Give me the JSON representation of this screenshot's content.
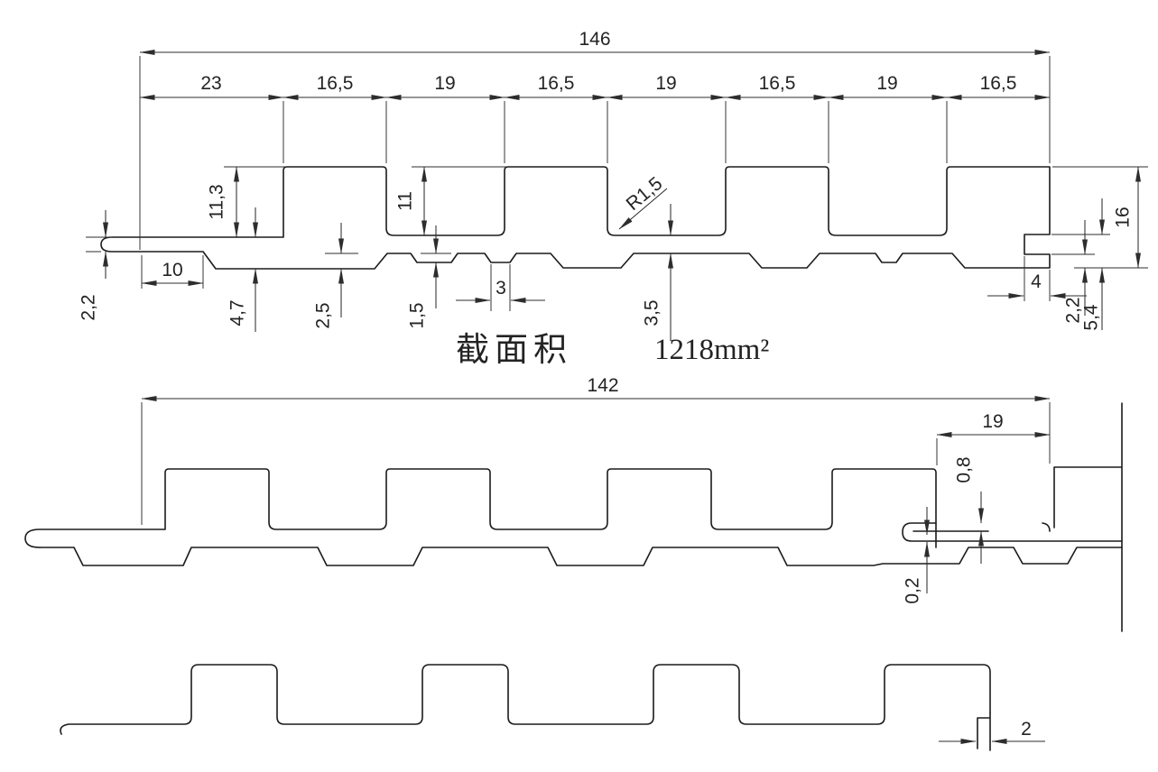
{
  "drawing": {
    "top_view": {
      "total_width": "146",
      "segments": [
        "23",
        "16,5",
        "19",
        "16,5",
        "19",
        "16,5",
        "19",
        "16,5"
      ],
      "rib_height_first": "11,3",
      "rib_height": "11",
      "lip_thickness": "2,2",
      "lip_flat_length": "10",
      "groove_depth": "4,7",
      "channel_depth": "2,5",
      "notch_depth": "1,5",
      "notch_width": "3",
      "web_thickness": "3,5",
      "corner_radius": "R1,5",
      "edge_height": "16",
      "slot_depth": "4",
      "slot_bottom_thickness": "2,2",
      "slot_total_height": "5,4",
      "area_label": "截面积",
      "area_value": "1218mm²"
    },
    "middle_view": {
      "total_width": "142",
      "edge_segment": "19",
      "clip_gap": "0,8",
      "clip_clearance": "0,2"
    },
    "bottom_view": {
      "wall_thickness": "2"
    },
    "colors": {
      "line": "#1b1b1b",
      "background": "#ffffff"
    }
  }
}
